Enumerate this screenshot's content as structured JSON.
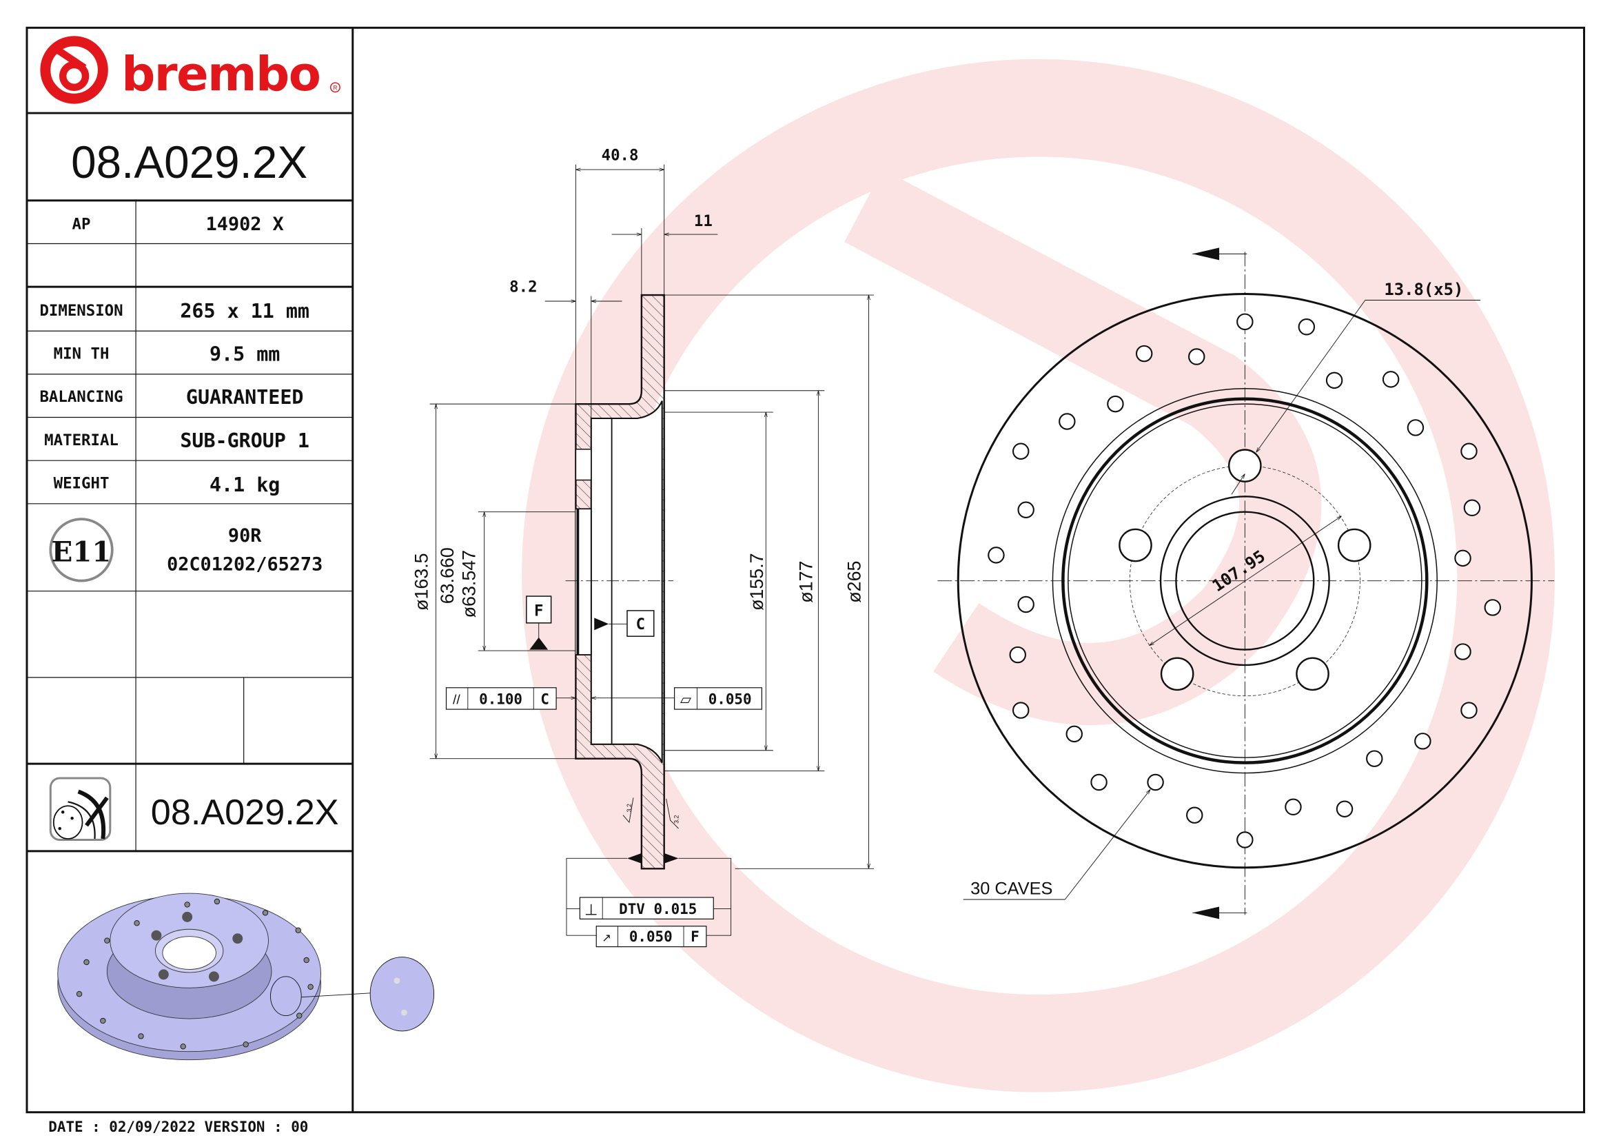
{
  "brand": {
    "logo_text": "brembo",
    "registered_mark": "R",
    "color": "#e3161b"
  },
  "title_block": {
    "part_number": "08.A029.2X",
    "rows": [
      {
        "label": "AP",
        "value": "14902 X"
      },
      {
        "label": "",
        "value": ""
      },
      {
        "label": "DIMENSION",
        "value": "265 x 11 mm"
      },
      {
        "label": "MIN TH",
        "value": "9.5 mm"
      },
      {
        "label": "BALANCING",
        "value": "GUARANTEED"
      },
      {
        "label": "MATERIAL",
        "value": "SUB-GROUP 1"
      },
      {
        "label": "WEIGHT",
        "value": "4.1 kg"
      }
    ],
    "approval": {
      "mark": "E11",
      "line1": "90R",
      "line2": "02C01202/65273"
    },
    "bottom_part_number": "08.A029.2X",
    "product_icon": "drilled-disc-icon"
  },
  "footer": {
    "date_version": "DATE : 02/09/2022 VERSION : 00"
  },
  "section_view": {
    "dims": {
      "overall_height": "40.8",
      "thickness": "11",
      "hat_wall": "8.2",
      "d_163": "ø163.5",
      "d_63_max": "63.660",
      "d_63_min": "ø63.547",
      "d_155": "ø155.7",
      "d_177": "ø177",
      "d_265": "ø265"
    },
    "datums": {
      "f": "F",
      "c": "C"
    },
    "tolerances": {
      "parallelism": {
        "symbol": "//",
        "value": "0.100",
        "datum": "C"
      },
      "flatness": {
        "symbol": "▱",
        "value": "0.050"
      },
      "dtv": {
        "symbol": "⊥",
        "value": "DTV 0.015"
      },
      "runout": {
        "symbol": "↗",
        "value": "0.050",
        "datum": "F"
      }
    },
    "roughness": "3.2"
  },
  "front_view": {
    "bolt_holes": "13.8(x5)",
    "pcd": "107.95",
    "drill_holes": "30 CAVES"
  },
  "colors": {
    "watermark": "#fbe3e3",
    "render_fill": "#b9b9ec",
    "line": "#111111"
  }
}
